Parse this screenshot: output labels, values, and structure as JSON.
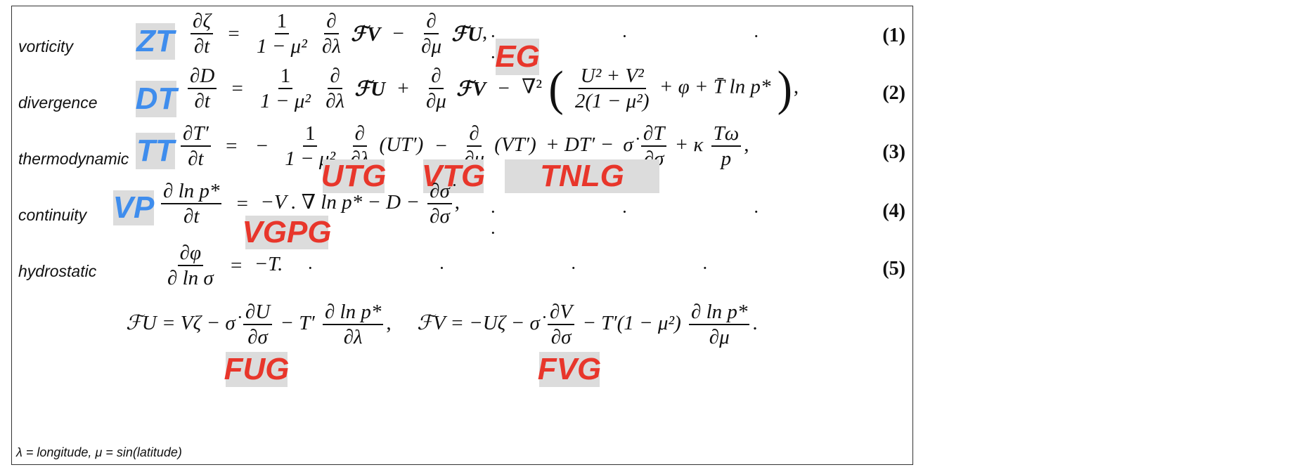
{
  "labels": {
    "vorticity": "vorticity",
    "divergence": "divergence",
    "thermodynamic": "thermodynamic",
    "continuity": "continuity",
    "hydrostatic": "hydrostatic"
  },
  "tags": {
    "zt": "ZT",
    "dt": "DT",
    "tt": "TT",
    "vp": "VP",
    "eg": "EG",
    "utg": "UTG",
    "vtg": "VTG",
    "tnlg": "TNLG",
    "vgpg": "VGPG",
    "fug": "FUG",
    "fvg": "FVG"
  },
  "equation_numbers": {
    "eq1": "(1)",
    "eq2": "(2)",
    "eq3": "(3)",
    "eq4": "(4)",
    "eq5": "(5)"
  },
  "math": {
    "one": "1",
    "one_minus_mu2": "1 − μ²",
    "partial": "∂",
    "partial_lambda": "∂λ",
    "partial_mu": "∂μ",
    "partial_t": "∂t",
    "partial_sigma": "∂σ",
    "eq1_lhs_num": "∂ζ",
    "eq2_lhs_num": "∂D",
    "eq3_lhs_num": "∂T′",
    "eq4_lhs_num": "∂ ln p*",
    "eq5_lhs_num": "∂φ",
    "eq5_lhs_den": "∂ ln σ",
    "fv": "ℱV",
    "fu": "ℱU",
    "minus": "−",
    "plus": "+",
    "equals": "=",
    "eq2_nabla": "∇²",
    "eq2_frac_num": "U² + V²",
    "eq2_frac_den": "2(1 − μ²)",
    "eq2_tail": "+ φ + T̄ ln p*",
    "eq3_ut": "(UT′)",
    "eq3_vt": "(VT′)",
    "eq3_dt": "+ DT′ −",
    "sigma_dot": "σ̇",
    "eq3_dtn": "∂T",
    "eq3_kappa": "+ κ",
    "eq3_tw": "Tω",
    "eq3_p": "p",
    "eq4_rhs": "−V . ∇ ln p* − D −",
    "eq4_sdot": "∂σ̇",
    "eq5_rhs": "−T.",
    "fu_def_lhs": "ℱU = Vζ − σ̇",
    "fu_du": "∂U",
    "fu_mid": "− T′",
    "dlnp": "∂ ln p*",
    "fu_end": ",",
    "fv_def_lhs": "ℱV = −Uζ − σ̇",
    "fv_dv": "∂V",
    "fv_mid": "− T′(1 − μ²)",
    "fv_end": "."
  },
  "dots": "· · · ·",
  "footnote": "λ = longitude, μ = sin(latitude)"
}
